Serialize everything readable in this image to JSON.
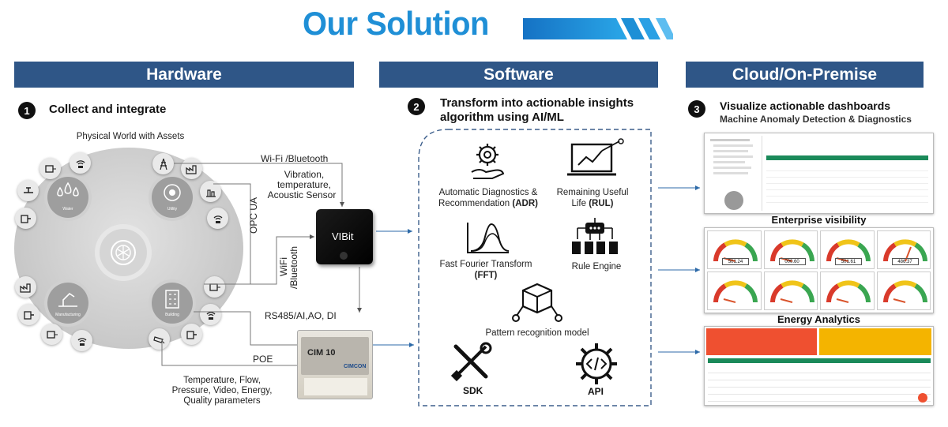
{
  "title": "Our Solution",
  "bands": {
    "hardware": "Hardware",
    "software": "Software",
    "cloud": "Cloud/On-Premise"
  },
  "steps": [
    {
      "num": "1",
      "text": "Collect and integrate"
    },
    {
      "num": "2",
      "text_line1": "Transform into actionable insights",
      "text_line2": "algorithm using AI/ML"
    },
    {
      "num": "3",
      "text": "Visualize actionable dashboards",
      "subtitle": "Machine Anomaly Detection & Diagnostics"
    }
  ],
  "hardware": {
    "physical_world": "Physical World with Assets",
    "center_labels": {
      "water": "Water",
      "utility": "Utility",
      "manufacturing": "Manufacturing",
      "building": "Building"
    },
    "wifi_bt": "Wi-Fi /Bluetooth",
    "sensor_line1": "Vibration,",
    "sensor_line2": "temperature,",
    "sensor_line3": "Acoustic Sensor",
    "opc_ua": "OPC UA",
    "wifi2_line1": "WiFi",
    "wifi2_line2": "/Bluetooth",
    "vibit": "VIBit",
    "rs485": "RS485/AI,AO, DI",
    "poe": "POE",
    "cim10": "CIM 10",
    "cimcon": "CIMCON",
    "params_line1": "Temperature, Flow,",
    "params_line2": "Pressure, Video, Energy,",
    "params_line3": "Quality parameters"
  },
  "software": {
    "adr_line1": "Automatic Diagnostics &",
    "adr_line2": "Recommendation ",
    "adr_bold": "(ADR)",
    "rul_line1": "Remaining Useful",
    "rul_line2": "Life ",
    "rul_bold": "(RUL)",
    "fft_line1": "Fast Fourier Transform",
    "fft_bold": "(FFT)",
    "rule_engine": "Rule Engine",
    "pattern": "Pattern recognition model",
    "sdk": "SDK",
    "api": "API"
  },
  "cloud": {
    "enterprise": "Enterprise visibility",
    "energy": "Energy Analytics",
    "gauge_values": [
      "501.24",
      "000.60",
      "501.61",
      "486.37"
    ]
  },
  "colors": {
    "title": "#1f8fd6",
    "band": "#2f5687",
    "energy_red": "#ef5030",
    "energy_yellow": "#f4b400"
  }
}
